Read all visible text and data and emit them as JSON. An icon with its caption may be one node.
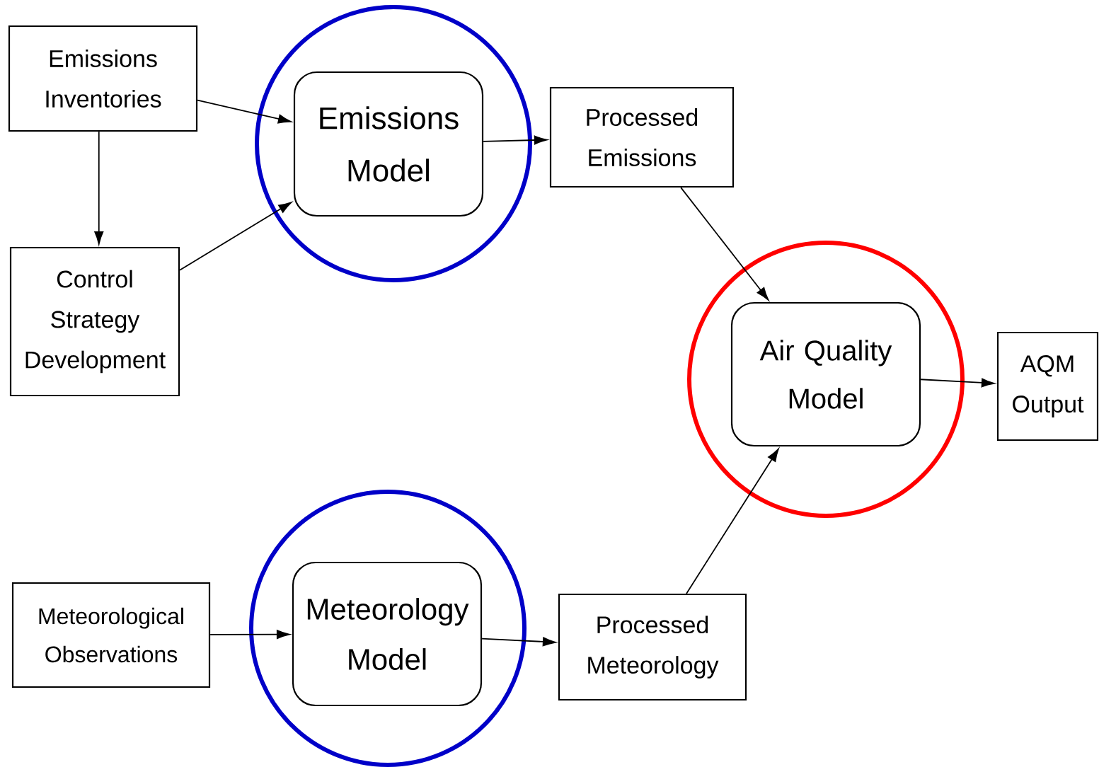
{
  "diagram": {
    "nodes": [
      {
        "text": [
          "Emissions Inventories"
        ]
      },
      {
        "text": [],
        "shape": "circle"
      },
      {
        "text": [
          "Emissions Model"
        ],
        "in": 1
      },
      {
        "text": [
          "Processed Emissions"
        ]
      },
      {
        "text": [
          "Control Strategy Development"
        ]
      },
      {
        "text": [],
        "shape": "circle"
      },
      {
        "text": [
          "Air Quality Model"
        ],
        "in": 5
      },
      {
        "text": [
          "AQM Output"
        ]
      },
      {
        "text": [
          "Meteorological Observations"
        ]
      },
      {
        "text": [],
        "shape": "circle"
      },
      {
        "text": [
          "Meteorology Model"
        ],
        "in": 9
      },
      {
        "text": [
          "Processed Meteorology"
        ]
      }
    ],
    "edges": [
      {
        "from": 0,
        "to": 2,
        "arrow": "to"
      },
      {
        "from": 0,
        "to": 4,
        "arrow": "to"
      },
      {
        "from": 4,
        "to": 2,
        "arrow": "to"
      },
      {
        "from": 2,
        "to": 3,
        "arrow": "to"
      },
      {
        "from": 3,
        "to": 6,
        "arrow": "to"
      },
      {
        "from": 6,
        "to": 7,
        "arrow": "to"
      },
      {
        "from": 8,
        "to": 10,
        "arrow": "to"
      },
      {
        "from": 10,
        "to": 11,
        "arrow": "to"
      },
      {
        "from": 11,
        "to": 6,
        "arrow": "to"
      }
    ]
  }
}
